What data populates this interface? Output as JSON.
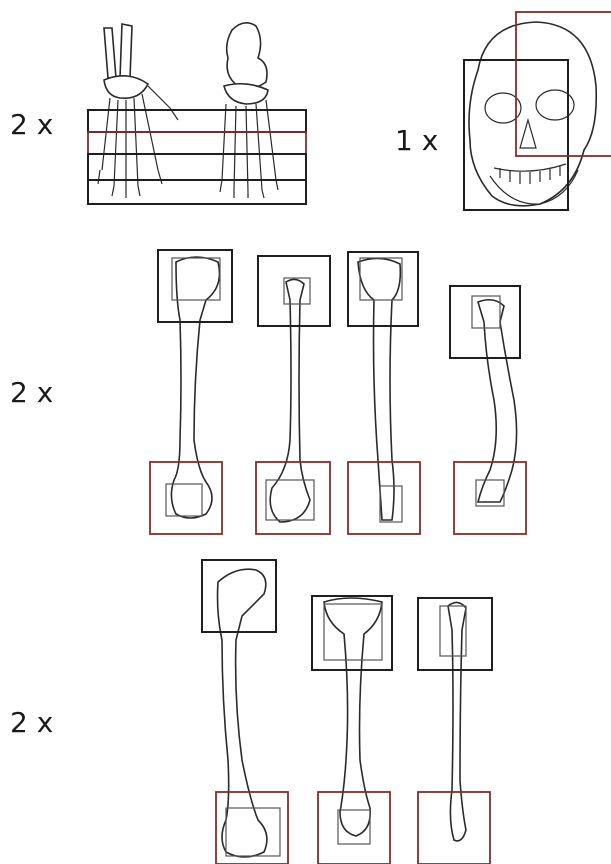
{
  "labels": {
    "hands_feet_multiplier": "2 x",
    "skull_multiplier": "1 x",
    "arm_bones_multiplier": "2 x",
    "leg_bones_multiplier": "2 x"
  },
  "colors": {
    "ink": "#2a2a2a",
    "box_dark": "#1f1f1f",
    "box_red": "#8b2a2a",
    "background": "#ffffff"
  }
}
